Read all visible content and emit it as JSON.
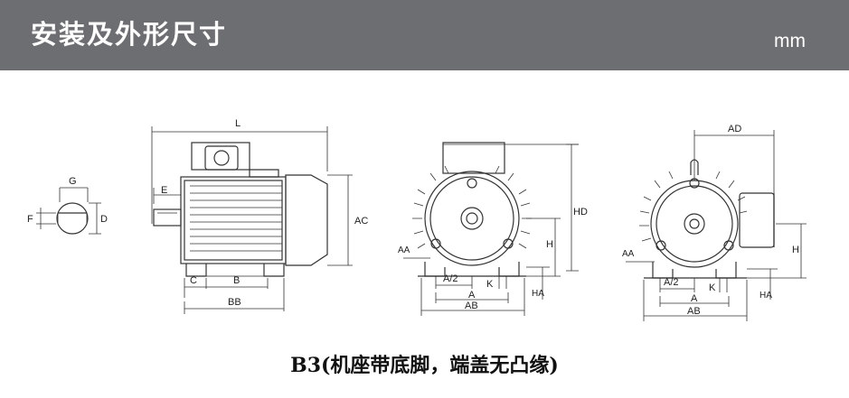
{
  "header": {
    "title": "安装及外形尺寸",
    "unit": "mm"
  },
  "caption": "B3(机座带底脚，端盖无凸缘)",
  "labels": {
    "shaft": {
      "G": "G",
      "F": "F",
      "D": "D"
    },
    "side": {
      "L": "L",
      "E": "E",
      "AC": "AC",
      "C": "C",
      "B": "B",
      "BB": "BB"
    },
    "front": {
      "HD": "HD",
      "H": "H",
      "AA": "AA",
      "A2": "A/2",
      "K": "K",
      "HA": "HA",
      "A": "A",
      "AB": "AB"
    },
    "front2": {
      "AD": "AD",
      "H": "H",
      "AA": "AA",
      "A2": "A/2",
      "K": "K",
      "HA": "HA",
      "A": "A",
      "AB": "AB"
    }
  },
  "colors": {
    "header_bg": "#6d6e71",
    "line": "#333333"
  }
}
